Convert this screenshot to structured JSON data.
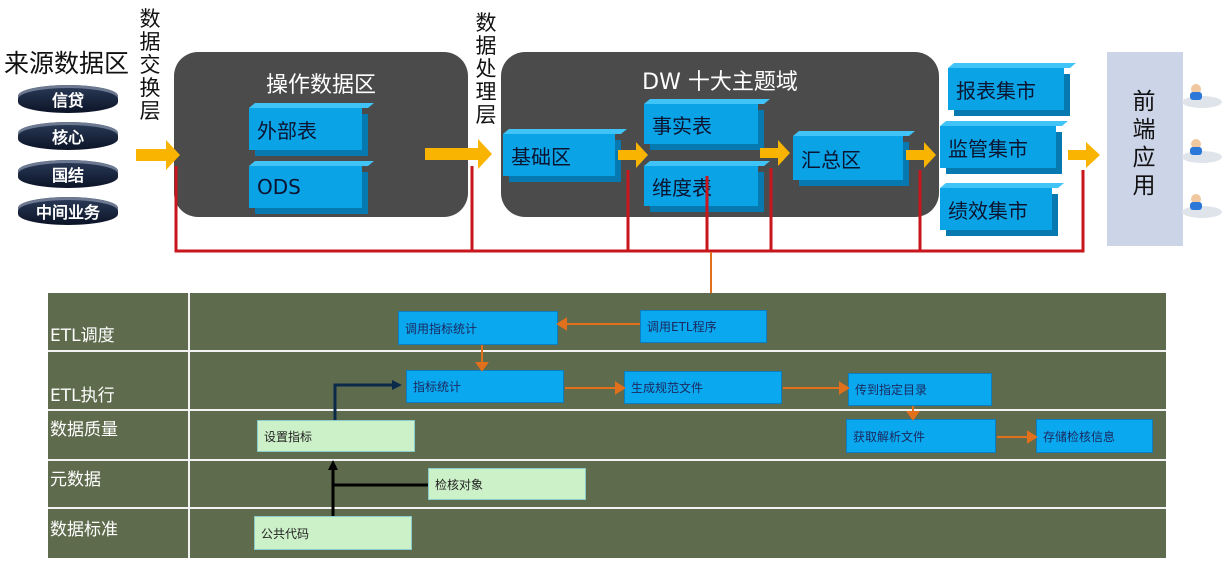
{
  "source_zone": {
    "title": "来源数据区",
    "items": [
      "信贷",
      "核心",
      "国结",
      "中间业务"
    ]
  },
  "exchange_layer": "数据交换层",
  "ods_zone": {
    "title": "操作数据区",
    "items": [
      "外部表",
      "ODS"
    ]
  },
  "processing_layer": "数据处理层",
  "dw_zone": {
    "title": "DW 十大主题域",
    "base": "基础区",
    "fact": "事实表",
    "dimension": "维度表",
    "summary": "汇总区"
  },
  "marts": [
    "报表集市",
    "监管集市",
    "绩效集市"
  ],
  "frontend": "前端应用",
  "rows": [
    "ETL调度",
    "ETL执行",
    "数据质量",
    "元数据",
    "数据标准"
  ],
  "flow_boxes": {
    "call_etl": "调用ETL程序",
    "call_stats": "调用指标统计",
    "indicator_stats": "指标统计",
    "gen_file": "生成规范文件",
    "transfer_dir": "传到指定目录",
    "parse_file": "获取解析文件",
    "store_info": "存储检核信息",
    "set_indicator": "设置指标",
    "check_object": "检核对象",
    "common_code": "公共代码"
  },
  "colors": {
    "panel": "#4b4b4b",
    "cube": "#0aa3e6",
    "arrow_yellow": "#f8b400",
    "line_red": "#c8161d",
    "grid_bg": "#5f6b4d",
    "flow_orange": "#e0701c"
  }
}
